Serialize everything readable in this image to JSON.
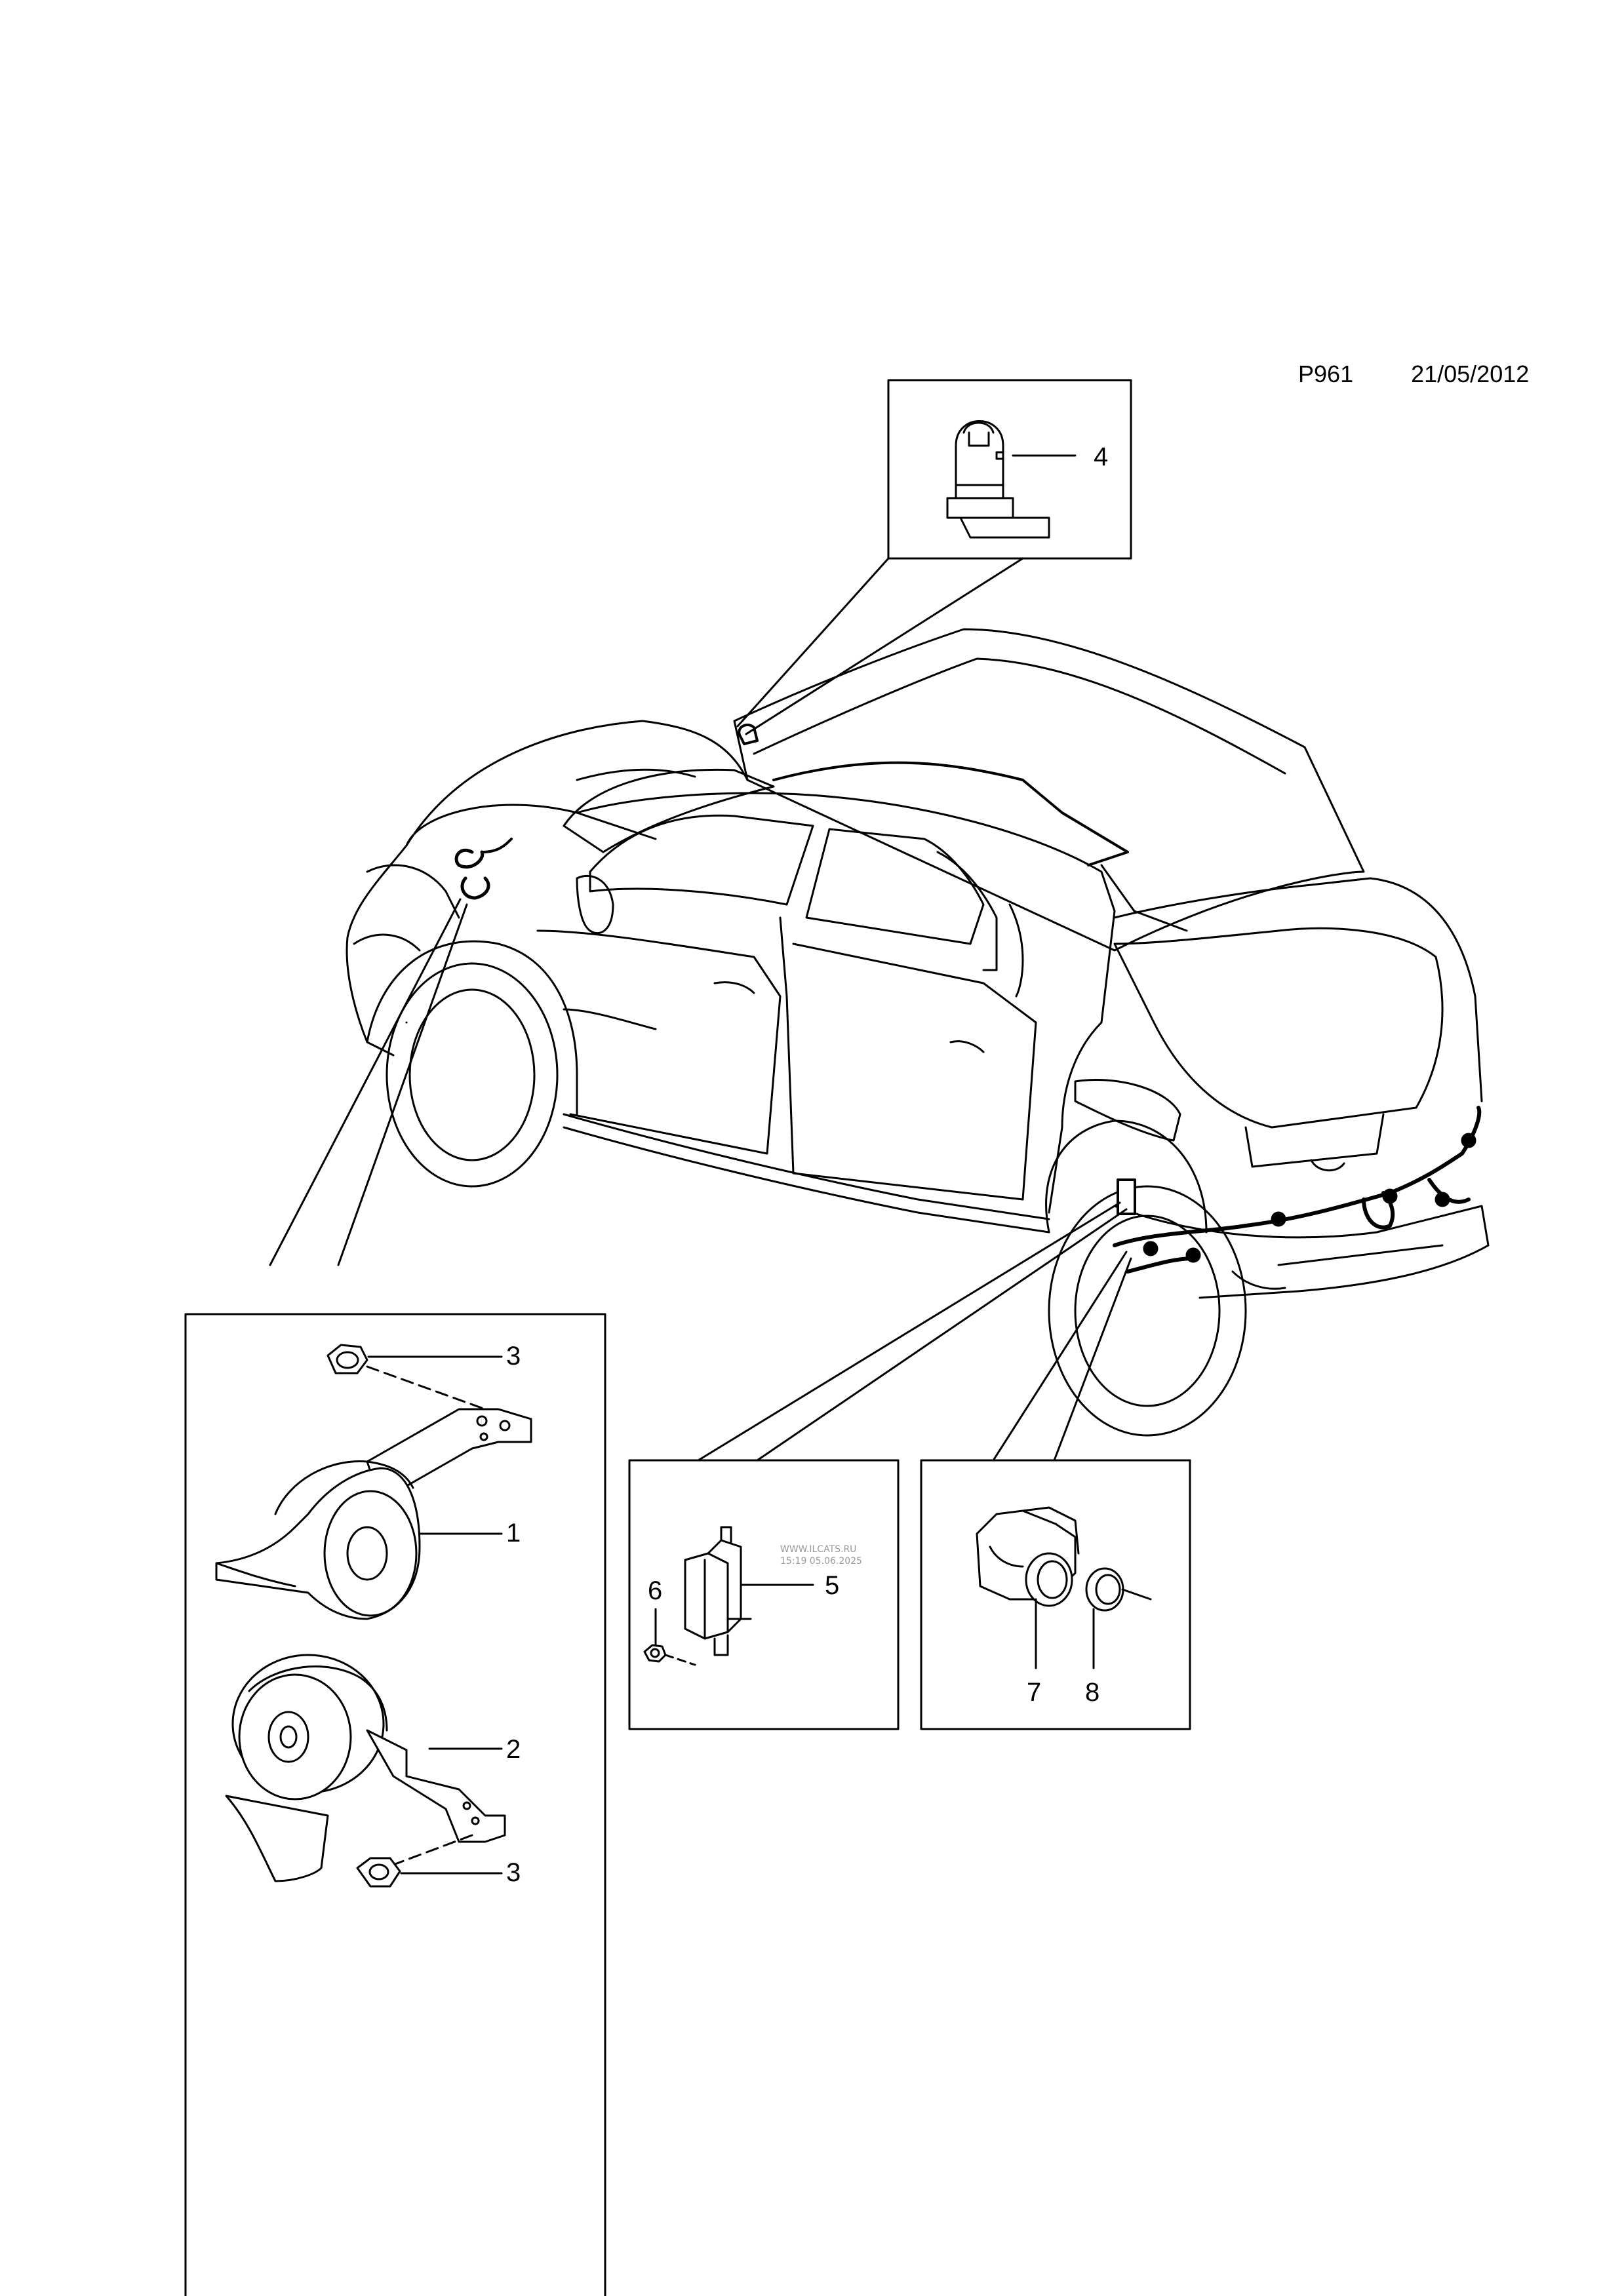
{
  "header": {
    "page_code": "P961",
    "date": "21/05/2012"
  },
  "callouts": {
    "c1": "1",
    "c2": "2",
    "c3a": "3",
    "c3b": "3",
    "c4": "4",
    "c5": "5",
    "c6": "6",
    "c7": "7",
    "c8": "8"
  },
  "watermark": {
    "line1": "WWW.ILCATS.RU",
    "line2": "15:19 05.06.2025"
  },
  "icons": [
    "vehicle-outline-icon",
    "horn-icon",
    "bracket-icon",
    "nut-icon",
    "sensor-icon",
    "control-module-icon",
    "grommet-icon"
  ]
}
